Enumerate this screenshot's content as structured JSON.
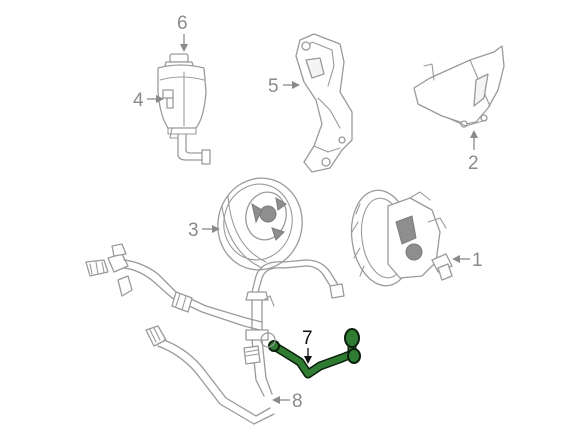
{
  "callouts": {
    "c1": "1",
    "c2": "2",
    "c3": "3",
    "c4": "4",
    "c5": "5",
    "c6": "6",
    "c7": "7",
    "c8": "8"
  },
  "colors": {
    "line_art": "#9a9a9a",
    "highlight": "#2e7d32",
    "highlight_outline": "#0b1f0b"
  }
}
